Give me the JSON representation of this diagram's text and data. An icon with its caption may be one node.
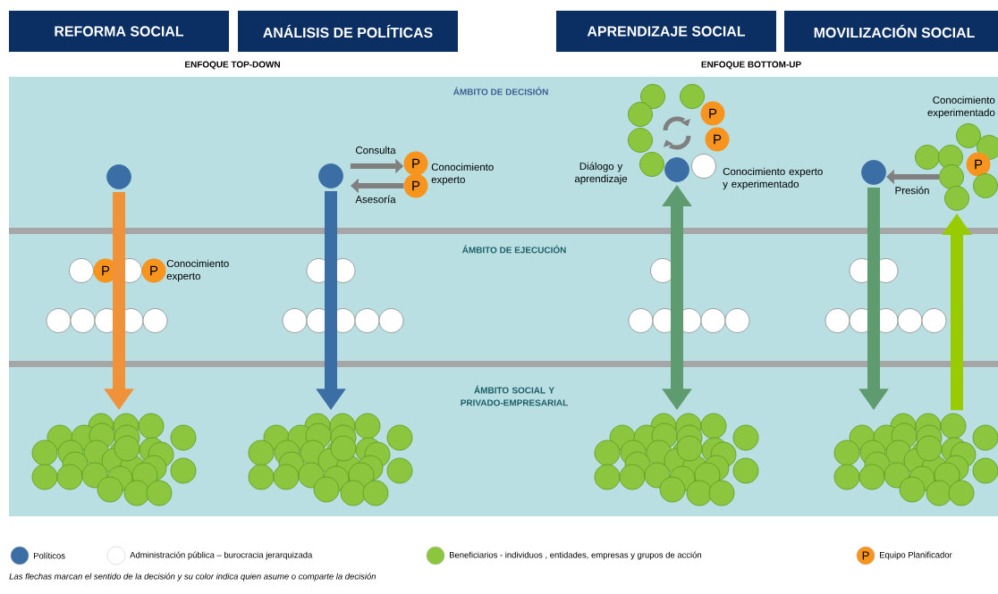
{
  "diagram": {
    "caption": "Las flechas marcan el sentido de la decisión y su color indica quien asume o comparte la decisión",
    "nodes": [
      {
        "text": [
          "REFORMA SOCIAL"
        ]
      },
      {
        "text": [
          "ANÁLISIS DE POLÍTICAS"
        ]
      },
      {
        "text": [
          "APRENDIZAJE SOCIAL"
        ]
      },
      {
        "text": [
          "MOVILIZACIÓN SOCIAL"
        ]
      },
      {
        "text": [],
        "shape": "circle"
      },
      {
        "text": [],
        "shape": "circle"
      },
      {
        "text": [],
        "shape": "circle"
      },
      {
        "text": [
          "P"
        ]
      },
      {
        "text": [],
        "shape": "circle"
      },
      {
        "text": [
          "P"
        ]
      },
      {
        "text": [],
        "shape": "circle"
      },
      {
        "text": [],
        "shape": "circle",
        "beside": [
          "Conocimiento experto y experimentado"
        ]
      },
      {
        "text": [],
        "shape": "circle",
        "beside": [
          "Conocimiento experimentado"
        ]
      },
      {
        "text": [],
        "shape": "circle"
      },
      {
        "text": [],
        "shape": "circle"
      },
      {
        "text": [],
        "shape": "circle"
      },
      {
        "text": [
          "P"
        ]
      },
      {
        "text": [],
        "shape": "circle"
      },
      {
        "text": [],
        "shape": "circle"
      },
      {
        "text": [],
        "shape": "circle"
      },
      {
        "text": [
          "P"
        ],
        "beside": [
          "Conocimiento experto"
        ]
      },
      {
        "text": [
          "P"
        ]
      },
      {
        "text": [],
        "shape": "circle"
      },
      {
        "text": [],
        "shape": "circle"
      },
      {
        "text": [],
        "shape": "circle"
      },
      {
        "text": [],
        "shape": "circle"
      },
      {
        "text": [],
        "shape": "circle"
      },
      {
        "text": [
          "P"
        ]
      },
      {
        "text": [],
        "shape": "circle"
      },
      {
        "text": [
          "P"
        ],
        "beside": [
          "Conocimiento experto"
        ]
      },
      {
        "text": [],
        "shape": "circle"
      },
      {
        "text": [],
        "shape": "circle"
      },
      {
        "text": [],
        "shape": "circle"
      },
      {
        "text": [],
        "shape": "circle"
      },
      {
        "text": [],
        "shape": "circle"
      },
      {
        "text": [],
        "shape": "circle"
      },
      {
        "text": [],
        "shape": "circle"
      },
      {
        "text": [],
        "shape": "circle"
      },
      {
        "text": [],
        "shape": "circle"
      },
      {
        "text": [],
        "shape": "circle"
      },
      {
        "text": [],
        "shape": "circle"
      },
      {
        "text": [],
        "shape": "circle"
      },
      {
        "text": [],
        "shape": "circle"
      },
      {
        "text": [],
        "shape": "circle"
      },
      {
        "text": [],
        "shape": "circle"
      },
      {
        "text": [],
        "shape": "circle"
      },
      {
        "text": [],
        "shape": "circle"
      },
      {
        "text": [],
        "shape": "circle"
      },
      {
        "text": [],
        "shape": "circle"
      },
      {
        "text": [],
        "shape": "circle"
      },
      {
        "text": [],
        "shape": "circle"
      },
      {
        "text": [],
        "shape": "circle"
      },
      {
        "text": [],
        "shape": "circle"
      },
      {
        "text": [],
        "shape": "circle"
      },
      {
        "text": [],
        "shape": "circle"
      },
      {
        "text": [],
        "shape": "cluster"
      },
      {
        "text": [],
        "shape": "cluster"
      },
      {
        "text": [],
        "shape": "cluster"
      },
      {
        "text": [],
        "shape": "cluster"
      }
    ],
    "edges": [
      {
        "from": 22,
        "to": 55,
        "arrow": "to",
        "color": "#f0923a"
      },
      {
        "from": 23,
        "to": 20,
        "arrow": "to",
        "label": "Consulta",
        "color": "#808080"
      },
      {
        "from": 21,
        "to": 23,
        "arrow": "to",
        "label": "Asesoría",
        "color": "#808080"
      },
      {
        "from": 23,
        "to": 56,
        "arrow": "to",
        "color": "#3b6ea5"
      },
      {
        "from": 24,
        "to": 57,
        "arrow": "both",
        "color": "#5e9b6e"
      },
      {
        "from": 25,
        "to": 58,
        "arrow": "to",
        "color": "#5e9b6e"
      },
      {
        "from": 58,
        "to": 19,
        "arrow": "to",
        "color": "#99cc00"
      },
      {
        "from": 17,
        "to": 25,
        "arrow": "to",
        "label": "Presión",
        "color": "#808080"
      }
    ],
    "labels": [
      "ENFOQUE TOP-DOWN",
      "ENFOQUE BOTTOM-UP",
      "ÁMBITO DE DECISIÓN",
      "ÁMBITO DE EJECUCIÓN",
      "ÁMBITO SOCIAL Y PRIVADO-EMPRESARIAL",
      "Diálogo y aprendizaje",
      "P"
    ],
    "legend": [
      {
        "text": "Políticos",
        "color": "#3b6ea5"
      },
      {
        "text": "Administración pública – burocracia jerarquizada",
        "color": "#ffffff"
      },
      {
        "text": "Beneficiarios - individuos , entidades, empresas y grupos de acción",
        "color": "#8cc63f"
      },
      {
        "text": "Equipo Planificador",
        "color": "#f7941d"
      }
    ]
  }
}
